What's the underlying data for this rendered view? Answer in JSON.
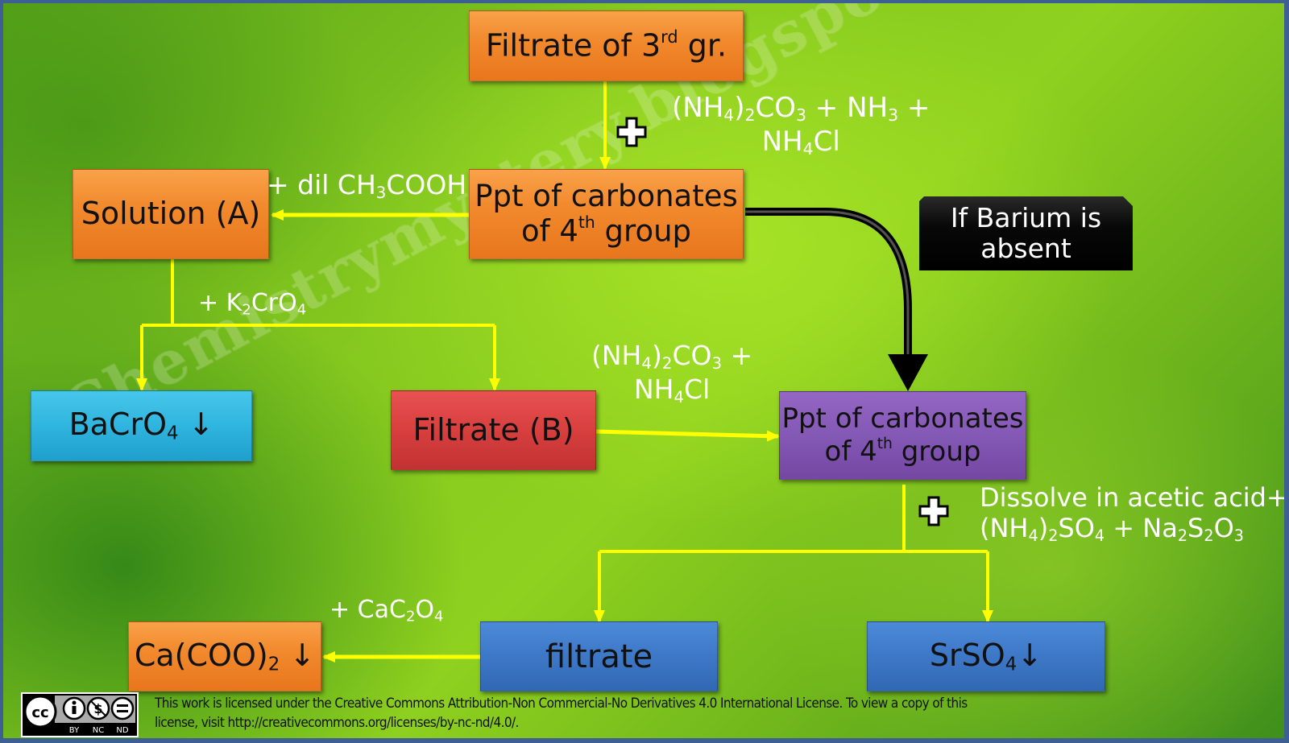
{
  "frame_color": "#3d5f93",
  "watermark": "Chemistrymystery.blogspot.in",
  "nodes": {
    "filtrate_3rd": {
      "text": "Filtrate of 3",
      "sup": "rd",
      "tail": " gr.",
      "color": "#f28a2e"
    },
    "ppt_carbonates_top": {
      "line1": "Ppt of carbonates",
      "line2_pre": "of 4",
      "line2_sup": "th",
      "line2_post": " group",
      "color": "#f28a2e"
    },
    "solution_a": {
      "text": "Solution (A)",
      "color": "#f28a2e"
    },
    "bacro4": {
      "pre": "BaCrO",
      "sub": "4",
      "post": " ↓",
      "color": "#2fb5df"
    },
    "filtrate_b": {
      "text": "Filtrate (B)",
      "color": "#d83f3f"
    },
    "ppt_carbonates_purple": {
      "line1": "Ppt of carbonates",
      "line2_pre": "of 4",
      "line2_sup": "th",
      "line2_post": " group",
      "color": "#8458b5"
    },
    "filtrate": {
      "text": "filtrate",
      "color": "#3d78c7"
    },
    "srso4": {
      "pre": "SrSO",
      "sub": "4",
      "post": "↓",
      "color": "#3d78c7"
    },
    "calcium_oxalate": {
      "pre": "Ca(COO)",
      "sub": "2",
      "post": " ↓",
      "color": "#f28a2e"
    },
    "barium_note": {
      "line1": "If Barium is",
      "line2": "absent",
      "color": "#000000"
    }
  },
  "reagents": {
    "step1": {
      "line1": "(NH4)2CO3 + NH3 +",
      "line2": "NH4Cl"
    },
    "dil_acetic": "+ dil CH3COOH",
    "k2cro4": "+ K2CrO4",
    "step_b": {
      "line1": "(NH4)2CO3 +",
      "line2": "NH4Cl"
    },
    "dissolve": {
      "line1": "Dissolve in acetic acid+",
      "line2": "(NH4)2SO4 + Na2S2O3"
    },
    "cac2o4": "+ CaC2O4"
  },
  "chem_parts": {
    "nh4": "(NH",
    "four": "4",
    "close2": ")",
    "two": "2",
    "co": "CO",
    "three": "3",
    "plus_nh": " + NH",
    "plus": " +",
    "plus_sp": " + ",
    "nh": "NH",
    "cl": "Cl",
    "dil_pre": "+ dil CH",
    "cooh": "COOH",
    "k_pre": "+ K",
    "cro": "CrO",
    "so": "SO",
    "na": "Na",
    "s": "S",
    "o": "O",
    "dissolve_line1": "Dissolve in acetic acid+",
    "cac_pre": "+ CaC"
  },
  "license": {
    "line1": "This work is licensed under the Creative Commons Attribution-Non Commercial-No Derivatives 4.0 International License. To view a copy of this",
    "line2": "license, visit http://creativecommons.org/licenses/by-nc-nd/4.0/.",
    "badge": {
      "cc": "cc",
      "labels": [
        "BY",
        "NC",
        "ND"
      ]
    }
  },
  "colors": {
    "arrow_yellow": "#ffff00",
    "arrow_black": "#000000",
    "label_white": "#ffffff"
  }
}
